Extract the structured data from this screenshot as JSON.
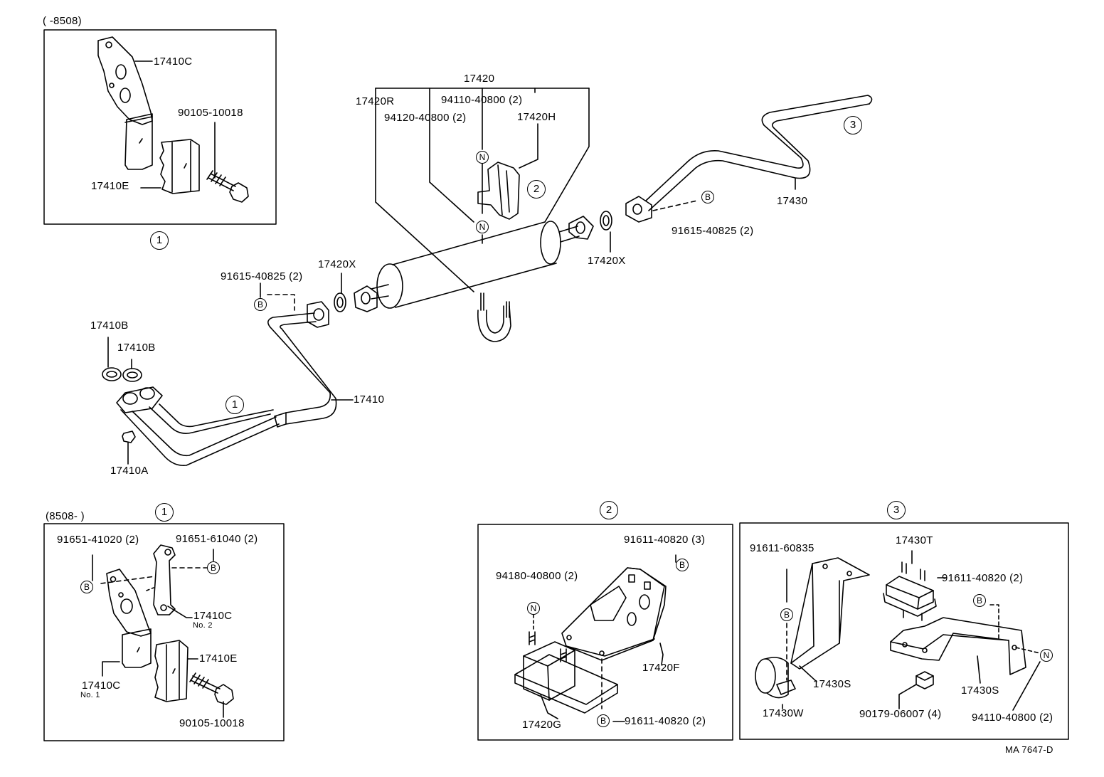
{
  "labels": {
    "range_top": "(      -8508)",
    "range_bottom": "(8508-        )",
    "p17410C": "17410C",
    "p17410E": "17410E",
    "p90105_10018": "90105-10018",
    "p17420": "17420",
    "p17420R": "17420R",
    "p94110_40800_2": "94110-40800 (2)",
    "p94120_40800_2": "94120-40800 (2)",
    "p17420H": "17420H",
    "p17420X": "17420X",
    "p91615_40825_2": "91615-40825 (2)",
    "p17430": "17430",
    "p17410B": "17410B",
    "p17410": "17410",
    "p17410A": "17410A",
    "p91651_41020_2": "91651-41020 (2)",
    "p91651_61040_2": "91651-61040 (2)",
    "no2": "No. 2",
    "no1": "No. 1",
    "p91611_40820_3": "91611-40820 (3)",
    "p94180_40800_2": "94180-40800 (2)",
    "p17420F": "17420F",
    "p17420G": "17420G",
    "p91611_40820_2": "91611-40820 (2)",
    "p91611_60835": "91611-60835",
    "p17430T": "17430T",
    "p17430S": "17430S",
    "p17430W": "17430W",
    "p90179_06007_4": "90179-06007 (4)",
    "p94110_40800_2b": "94110-40800 (2)",
    "code": "MA 7647-D"
  },
  "callouts": {
    "c1": "1",
    "c2": "2",
    "c3": "3"
  },
  "markers": {
    "bolt": "B",
    "nut": "N"
  }
}
